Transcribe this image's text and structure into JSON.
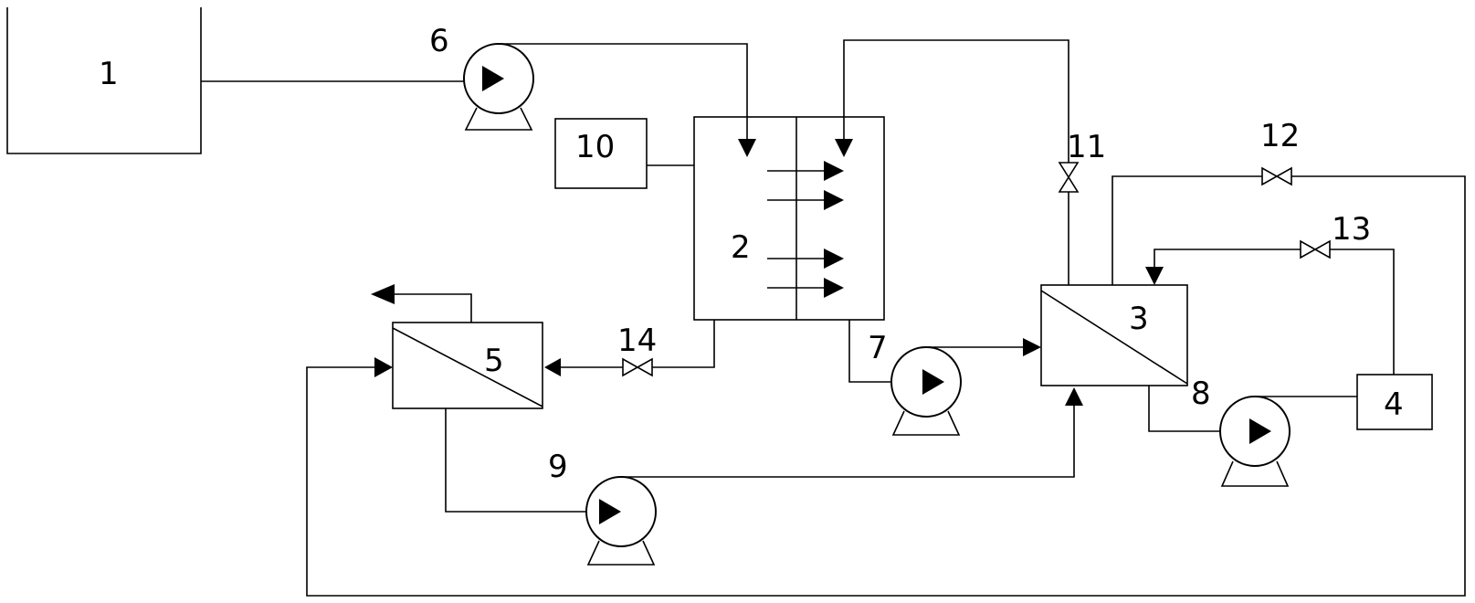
{
  "components": {
    "tank1": "1",
    "reactor2": "2",
    "membrane3": "3",
    "tank4": "4",
    "membrane5": "5",
    "pump6": "6",
    "pump7": "7",
    "pump8": "8",
    "pump9": "9",
    "controller10": "10",
    "valve11": "11",
    "valve12": "12",
    "valve13": "13",
    "valve14": "14"
  },
  "colors": {
    "line": "#000000",
    "background": "#ffffff"
  }
}
